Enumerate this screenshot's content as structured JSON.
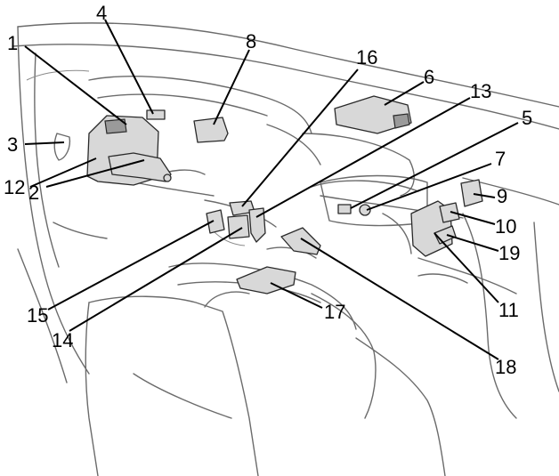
{
  "callouts": [
    {
      "label": "1"
    },
    {
      "label": "2"
    },
    {
      "label": "3"
    },
    {
      "label": "4"
    },
    {
      "label": "5"
    },
    {
      "label": "6"
    },
    {
      "label": "7"
    },
    {
      "label": "8"
    },
    {
      "label": "9"
    },
    {
      "label": "10"
    },
    {
      "label": "11"
    },
    {
      "label": "12"
    },
    {
      "label": "13"
    },
    {
      "label": "14"
    },
    {
      "label": "15"
    },
    {
      "label": "16"
    },
    {
      "label": "17"
    },
    {
      "label": "18"
    },
    {
      "label": "19"
    }
  ],
  "colors": {
    "line": "#6b6b6b",
    "part_fill": "#d8d8d8",
    "leader": "#000000"
  }
}
